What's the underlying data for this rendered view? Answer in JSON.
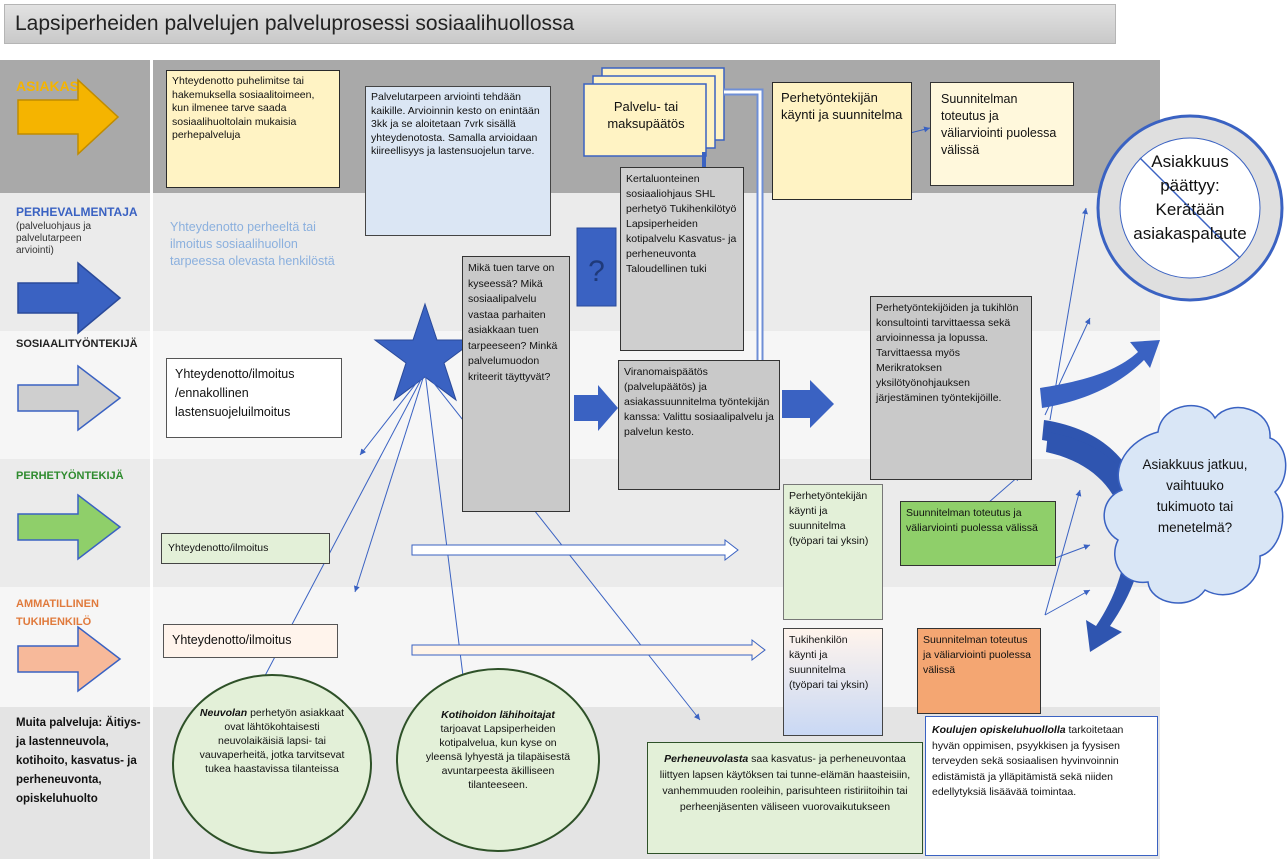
{
  "title": "Lapsiperheiden palvelujen palveluprosessi sosiaalihuollossa",
  "lanes": {
    "asiakas": "ASIAKAS",
    "perhevalmentaja": "PERHEVALMENTAJA",
    "perhevalmentaja_sub": "(palveluohjaus ja palvelutarpeen arviointi)",
    "sosiaalityontekija": "SOSIAALITYÖNTEKIJÄ",
    "perhetyontekija": "PERHETYÖNTEKIJÄ",
    "tukihenkilo_1": "AMMATILLINEN",
    "tukihenkilo_2": "TUKIHENKILÖ",
    "muita": "Muita palveluja: Äitiys- ja lastenneuvola, kotihoito, kasvatus- ja perheneuvonta, opiskeluhuolto"
  },
  "boxes": {
    "yhteydenotto_puhelimitse": "Yhteydenotto puhelimitse tai hakemuksella sosiaalitoimeen, kun ilmenee tarve saada sosiaalihuoltolain mukaisia perhepalveluja",
    "palvelutarpeen_arviointi": "Palvelutarpeen arviointi tehdään kaikille. Arvioinnin kesto on enintään 3kk ja se aloitetaan 7vrk sisällä yhteydenotosta. Samalla arvioidaan kiireellisyys ja lastensuojelun tarve.",
    "paatos": "Palvelu- tai maksupäätös",
    "perhetyontekijan_kaynti": "Perhetyöntekijän käynti ja suunnitelma",
    "suunnitelman_toteutus_top": "Suunnitelman toteutus ja väliarviointi puolessa välissä",
    "perheelta_ilmoitus": "Yhteydenotto perheeltä tai ilmoitus sosiaalihuollon tarpeessa olevasta henkilöstä",
    "question": "?",
    "palvelut_lista": "Kertaluonteinen sosiaaliohjaus SHL perhetyö Tukihenkilötyö Lapsiperheiden kotipalvelu Kasvatus- ja perheneuvonta Taloudellinen tuki",
    "mika_tuen_tarve": "Mikä tuen tarve on kyseessä? Mikä sosiaalipalvelu vastaa parhaiten asiakkaan tuen tarpeeseen? Minkä palvelumuodon kriteerit täyttyvät?",
    "yhteydenotto_ilmoitus_sos": "Yhteydenotto/ilmoitus /ennakollinen lastensuojeluilmoitus",
    "viranomaispaatos": "Viranomaispäätös (palvelupäätös) ja asiakassuunnitelma työntekijän kanssa: Valittu sosiaalipalvelu ja palvelun kesto.",
    "konsultointi": "Perhetyöntekijöiden ja tukihlön konsultointi tarvittaessa sekä arvioinnessa ja lopussa. Tarvittaessa myös Merikratoksen yksilötyönohjauksen järjestäminen työntekijöille.",
    "yhteydenotto_ilmoitus_perhe": "Yhteydenotto/ilmoitus",
    "perhetyontekijan_kaynti_tyopari": "Perhetyöntekijän käynti ja suunnitelma (työpari tai yksin)",
    "suunnitelman_toteutus_green": "Suunnitelman toteutus ja väliarviointi puolessa välissä",
    "yhteydenotto_ilmoitus_tuki": "Yhteydenotto/ilmoitus",
    "tukihenkilon_kaynti": "Tukihenkilön käynti ja suunnitelma (työpari tai yksin)",
    "suunnitelman_toteutus_orange": "Suunnitelman toteutus ja väliarviointi puolessa välissä",
    "neuvola_bold": "Neuvolan",
    "neuvola_rest": " perhetyön asiakkaat ovat lähtökohtaisesti neuvolaikäisiä lapsi- tai vauvaperheitä, jotka tarvitsevat tukea haastavissa tilanteissa",
    "kotihoito_bold": "Kotihoidon lähihoitajat",
    "kotihoito_rest": " tarjoavat Lapsiperheiden kotipalvelua, kun kyse on yleensä lyhyestä ja tilapäisestä avuntarpeesta äkilliseen tilanteeseen.",
    "perheneuvola_bold": "Perheneuvolasta",
    "perheneuvola_rest": " saa kasvatus- ja perheneuvontaa liittyen lapsen käytöksen tai tunne-elämän haasteisiin, vanhemmuuden rooleihin, parisuhteen ristiriitoihin tai perheenjäsenten väliseen vuorovaikutukseen",
    "koulujen_bold": "Koulujen opiskeluhuollolla",
    "koulujen_rest": " tarkoitetaan hyvän oppimisen, psyykkisen ja fyysisen terveyden sekä sosiaalisen hyvinvoinnin edistämistä ja ylläpitämistä sekä niiden edellytyksiä lisäävää toimintaa."
  },
  "end": {
    "paattyy": "Asiakkuus päättyy: Kerätään asiakaspalaute",
    "jatkuu": "Asiakkuus jatkuu, vaihtuuko tukimuoto tai menetelmä?"
  },
  "colors": {
    "asiakas": "#f5b400",
    "perhevalmentaja": "#3a62c2",
    "sosiaalityontekija": "#c8c8c8",
    "perhetyontekija": "#8fcf6a",
    "tukihenkilo": "#f7b99a",
    "arrow_blue": "#3a62c2"
  }
}
